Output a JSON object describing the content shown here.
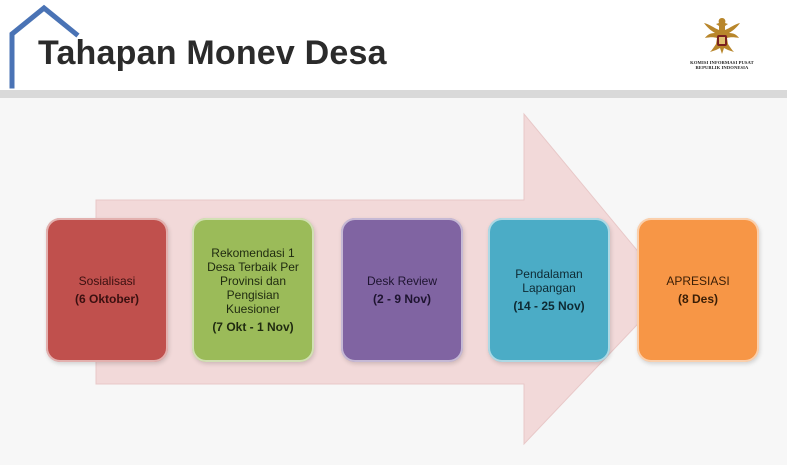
{
  "header": {
    "title": "Tahapan Monev Desa",
    "emblem_icon": "garuda-emblem-icon",
    "emblem_caption_line1": "KOMISI INFORMASI PUSAT",
    "emblem_caption_line2": "REPUBLIK INDONESIA"
  },
  "colors": {
    "house_outline": "#4a73b5",
    "arrow_fill": "#f2d9d9",
    "step1": "#c0504d",
    "step2": "#9bbb59",
    "step3": "#8064a2",
    "step4": "#4bacc6",
    "step5": "#f79646"
  },
  "steps": [
    {
      "label": "Sosialisasi",
      "date": "(6 Oktober)"
    },
    {
      "label": "Rekomendasi 1 Desa Terbaik Per Provinsi dan Pengisian Kuesioner",
      "date": "(7 Okt - 1 Nov)"
    },
    {
      "label": "Desk Review",
      "date": "(2 - 9 Nov)"
    },
    {
      "label": "Pendalaman Lapangan",
      "date": "(14 - 25 Nov)"
    },
    {
      "label": "APRESIASI",
      "date": "(8 Des)"
    }
  ]
}
